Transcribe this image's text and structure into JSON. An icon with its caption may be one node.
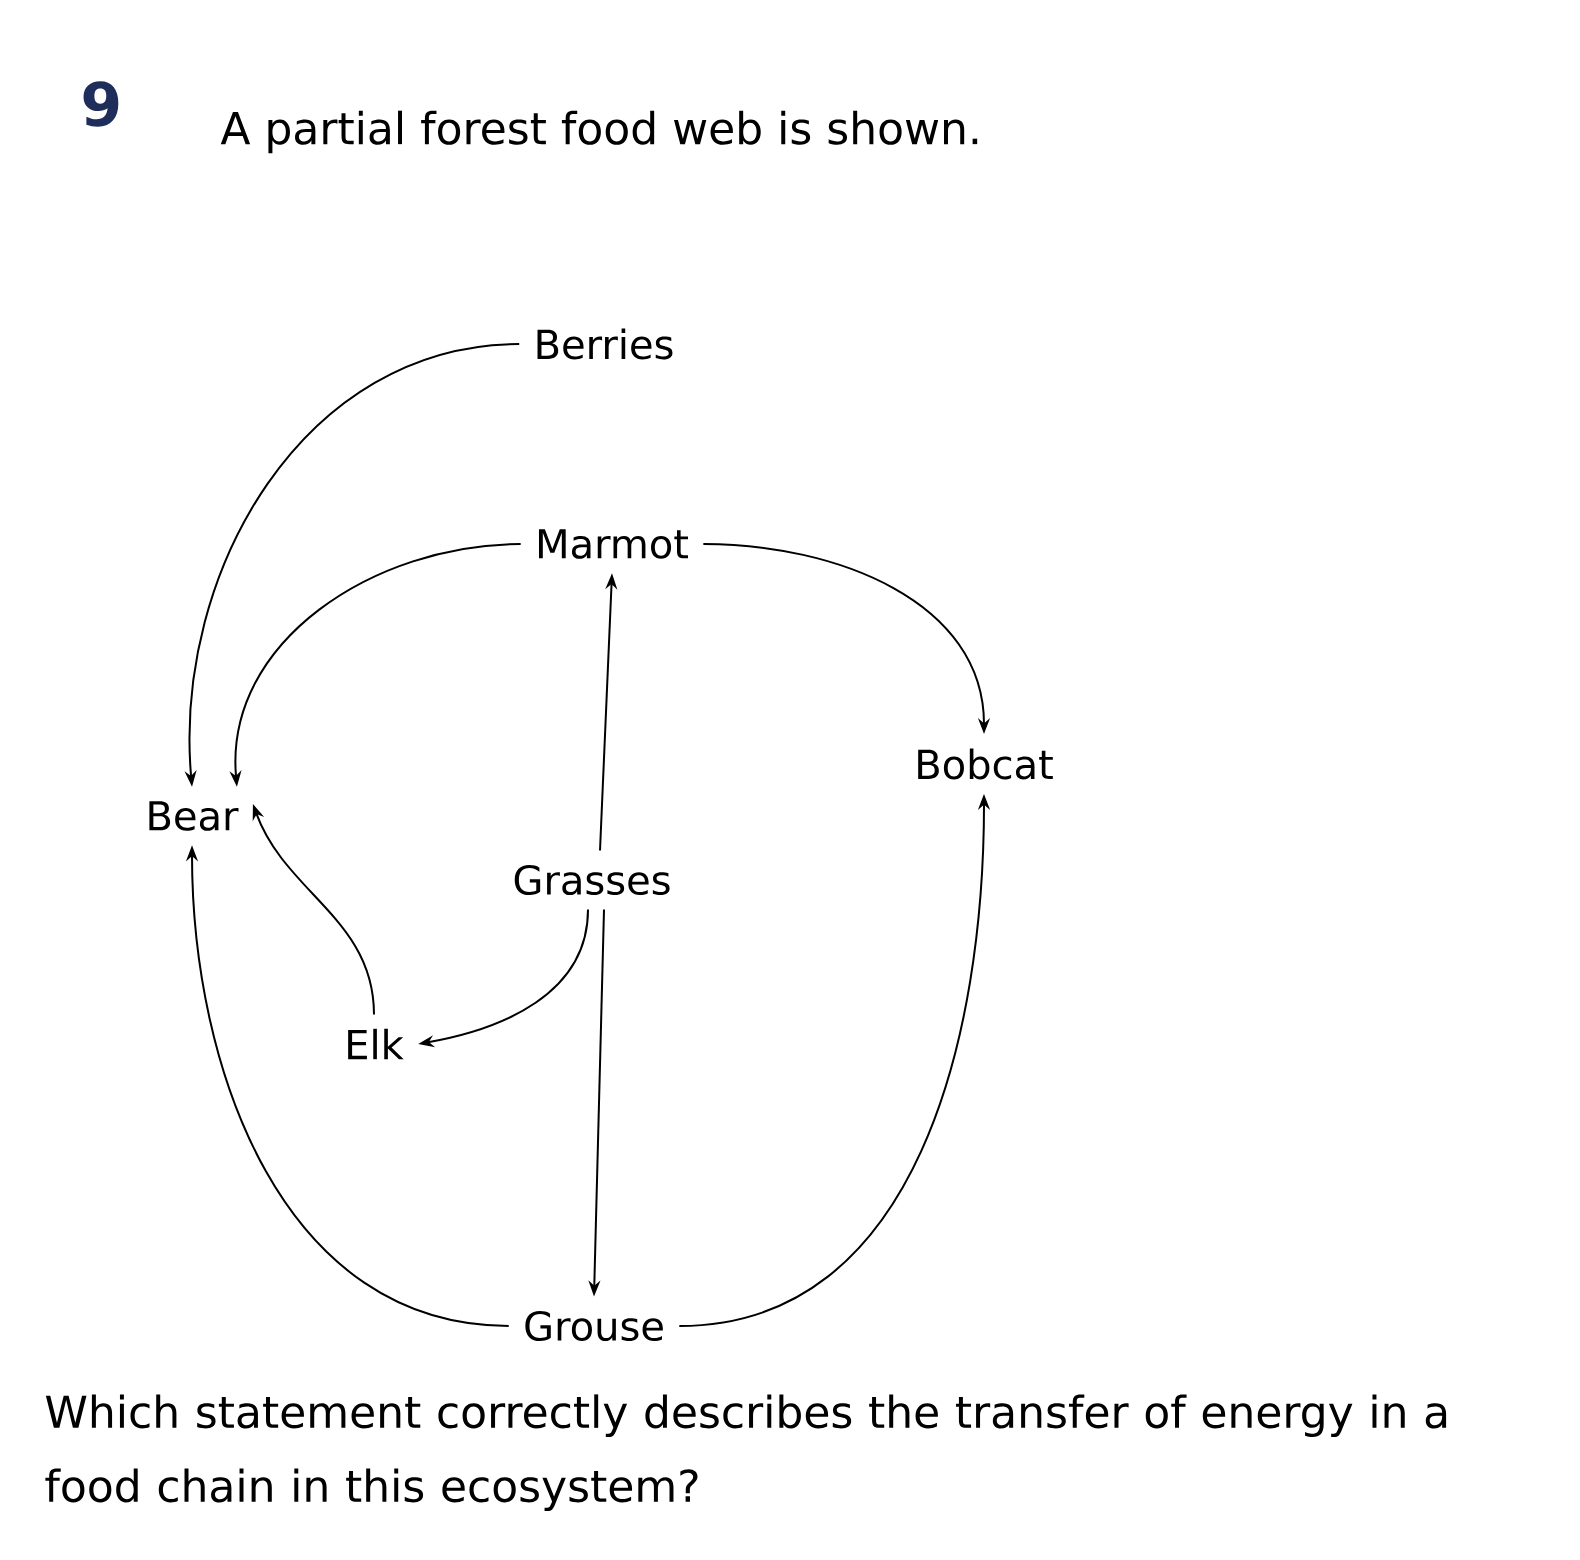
{
  "diagram": {
    "title": "A partial forest food web is shown.",
    "caption": "Which statement correctly describes the transfer of energy in a food chain in this ecosystem?",
    "labels": [
      "9"
    ],
    "nodes": [
      {
        "text": [
          "Berries"
        ]
      },
      {
        "text": [
          "Marmot"
        ]
      },
      {
        "text": [
          "Bear"
        ]
      },
      {
        "text": [
          "Bobcat"
        ]
      },
      {
        "text": [
          "Grasses"
        ]
      },
      {
        "text": [
          "Elk"
        ]
      },
      {
        "text": [
          "Grouse"
        ]
      }
    ],
    "edges": [
      {
        "from": 0,
        "to": 2,
        "arrow": "to"
      },
      {
        "from": 1,
        "to": 2,
        "arrow": "to"
      },
      {
        "from": 1,
        "to": 3,
        "arrow": "to"
      },
      {
        "from": 4,
        "to": 1,
        "arrow": "to"
      },
      {
        "from": 4,
        "to": 5,
        "arrow": "to"
      },
      {
        "from": 4,
        "to": 6,
        "arrow": "to"
      },
      {
        "from": 5,
        "to": 2,
        "arrow": "to"
      },
      {
        "from": 6,
        "to": 2,
        "arrow": "to"
      },
      {
        "from": 6,
        "to": 3,
        "arrow": "to"
      }
    ]
  }
}
